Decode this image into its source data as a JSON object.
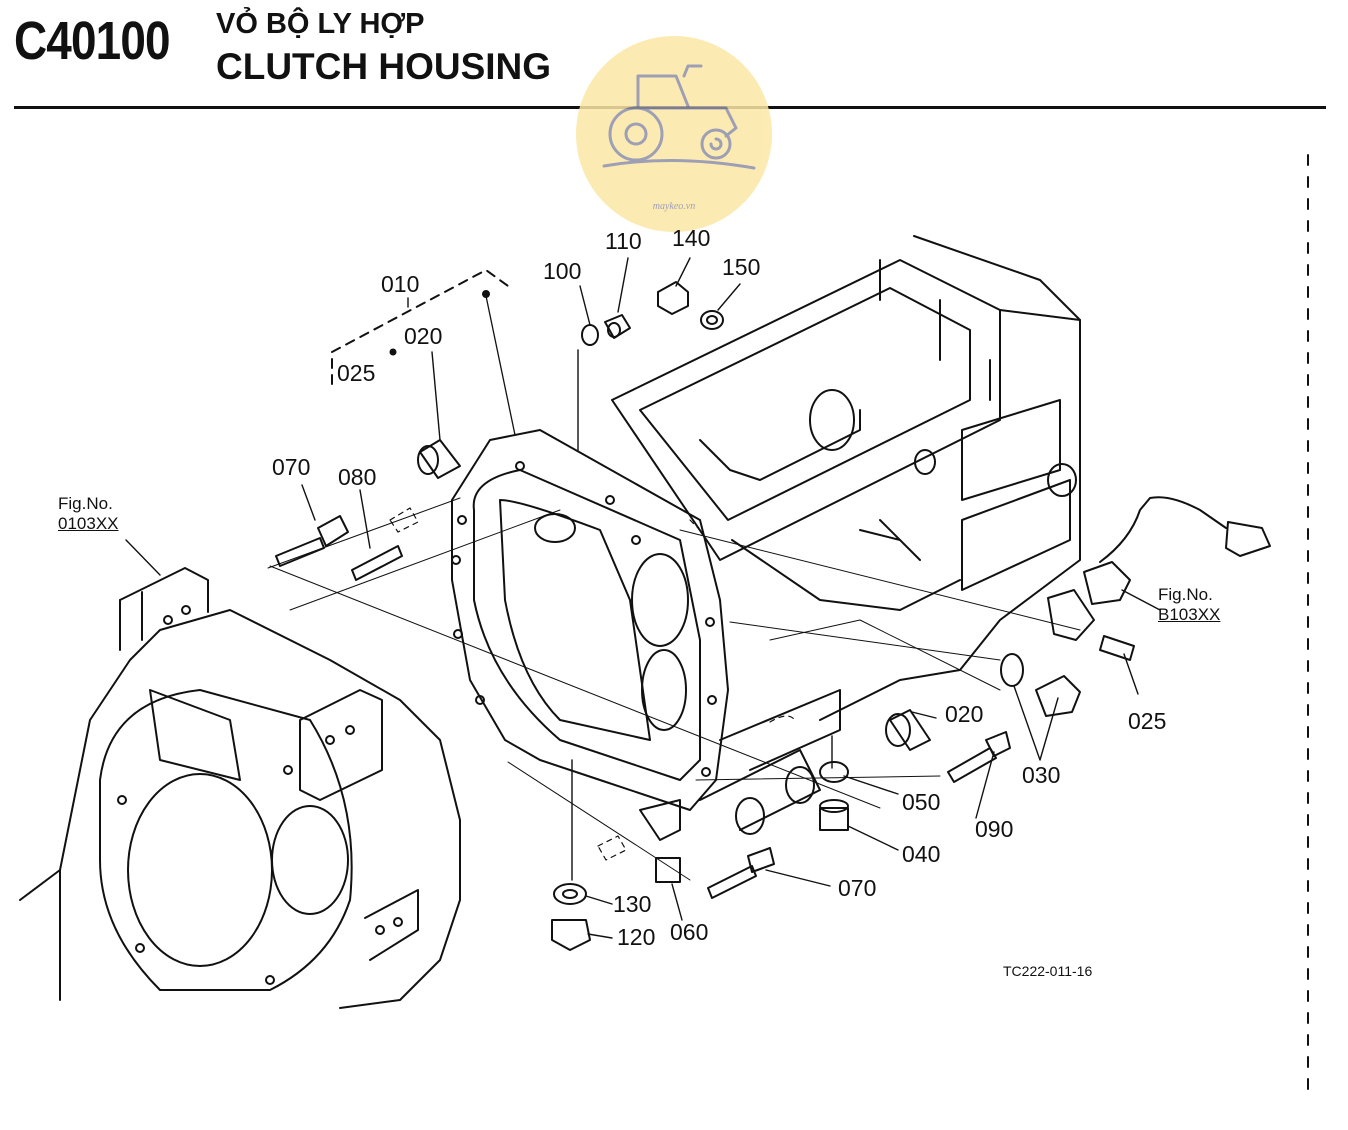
{
  "header": {
    "code": "C40100",
    "title_vi": "VỎ BỘ LY HỢP",
    "title_en": "CLUTCH HOUSING"
  },
  "watermark": {
    "text": "maykeo.vn",
    "icon": "tractor-icon",
    "color": "#fbe8a6"
  },
  "callouts": [
    {
      "id": "p010",
      "label": "010"
    },
    {
      "id": "p020a",
      "label": "020"
    },
    {
      "id": "p025a",
      "label": "025"
    },
    {
      "id": "p100",
      "label": "100"
    },
    {
      "id": "p110",
      "label": "110"
    },
    {
      "id": "p140",
      "label": "140"
    },
    {
      "id": "p150",
      "label": "150"
    },
    {
      "id": "p070a",
      "label": "070"
    },
    {
      "id": "p080",
      "label": "080"
    },
    {
      "id": "p020b",
      "label": "020"
    },
    {
      "id": "p025b",
      "label": "025"
    },
    {
      "id": "p030",
      "label": "030"
    },
    {
      "id": "p050",
      "label": "050"
    },
    {
      "id": "p090",
      "label": "090"
    },
    {
      "id": "p040",
      "label": "040"
    },
    {
      "id": "p070b",
      "label": "070"
    },
    {
      "id": "p130",
      "label": "130"
    },
    {
      "id": "p060",
      "label": "060"
    },
    {
      "id": "p120",
      "label": "120"
    }
  ],
  "figure_refs": [
    {
      "prefix": "Fig.No.",
      "number": "0103XX"
    },
    {
      "prefix": "Fig.No.",
      "number": "B103XX"
    }
  ],
  "drawing_number": "TC222-011-16"
}
